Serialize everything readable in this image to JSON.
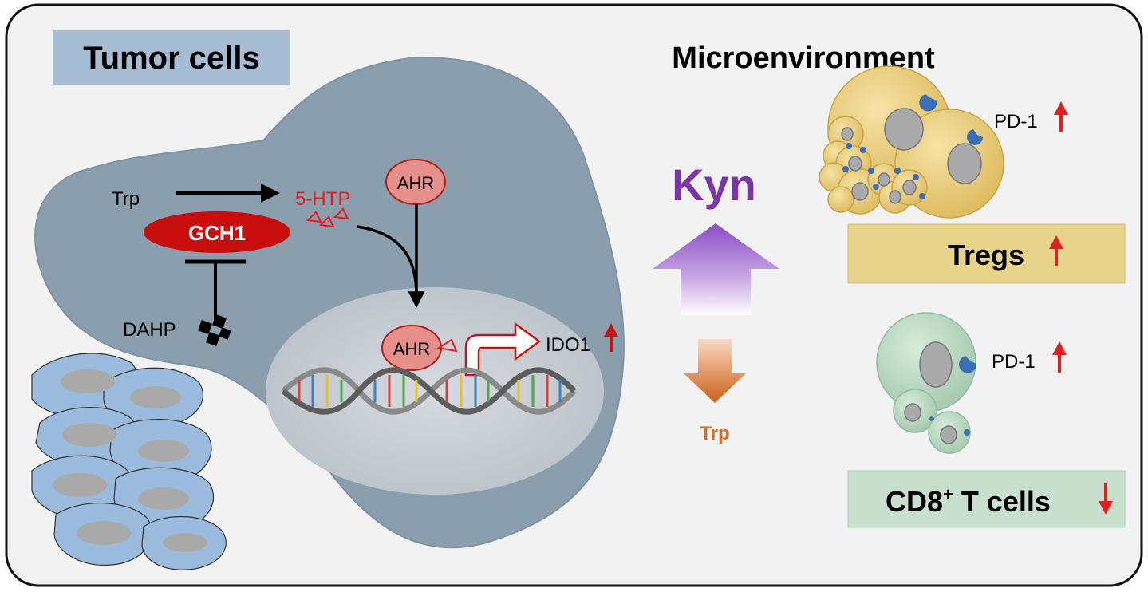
{
  "labels": {
    "tumor_cells": "Tumor cells",
    "microenvironment": "Microenvironment",
    "trp_left": "Trp",
    "five_htp": "5-HTP",
    "gch1": "GCH1",
    "dahp": "DAHP",
    "ahr_cytoplasm": "AHR",
    "ahr_nucleus": "AHR",
    "ido1": "IDO1",
    "kyn": "Kyn",
    "trp_right": "Trp",
    "pd1_tregs": "PD-1",
    "pd1_cd8": "PD-1",
    "tregs": "Tregs",
    "cd8_prefix": "CD8",
    "cd8_sup": "+",
    "cd8_suffix": " T cells"
  },
  "colors": {
    "frame_bg": "#f2f2f2",
    "tumor_label_bg": "#a7bdd3",
    "tumor_cell": "#8b9eae",
    "nucleus": "#c3c9cf",
    "gch1": "#c80d0d",
    "ahr_fill": "#e6908c",
    "red_text": "#e02020",
    "kyn": "#7a35a8",
    "trp_right": "#cf6e2a",
    "tregs_box": "#e8d38a",
    "treg_cell": "#ecd07a",
    "cd8_box": "#c9e0cf",
    "cd8_cell": "#bfdcc4",
    "receptor": "#3b6fb5"
  }
}
